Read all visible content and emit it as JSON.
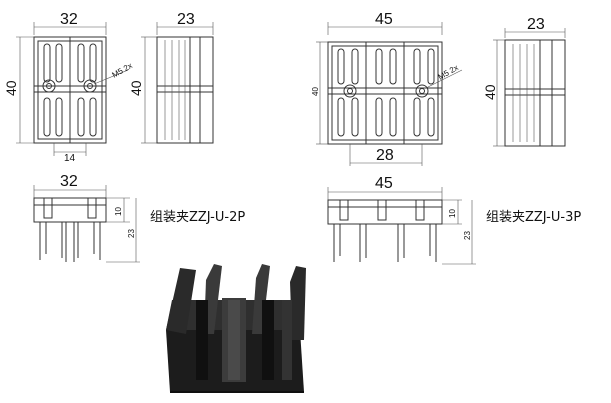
{
  "diagram": {
    "view_2p_front": {
      "width_label": "32",
      "height_label": "40",
      "inner_label": "14",
      "screw_label": "M5 2x"
    },
    "view_2p_side": {
      "width_label": "23",
      "height_label": "40"
    },
    "view_3p_front": {
      "width_label": "45",
      "height_label": "40",
      "inner_label": "28",
      "screw_label": "M5 2x"
    },
    "view_3p_side": {
      "width_label": "23",
      "height_label": "40"
    },
    "view_2p_bottom": {
      "width_label": "32",
      "h1_label": "10",
      "h2_label": "23"
    },
    "view_3p_bottom": {
      "width_label": "45",
      "h1_label": "10",
      "h2_label": "23"
    },
    "caption_2p": "组装夹ZZJ-U-2P",
    "caption_3p": "组装夹ZZJ-U-3P",
    "photo_alt": "black plastic clamp product photo"
  },
  "colors": {
    "line": "#333333",
    "photo_dark": "#1c1c1c",
    "photo_mid": "#2f2f2f",
    "photo_light": "#4a4a4a"
  }
}
